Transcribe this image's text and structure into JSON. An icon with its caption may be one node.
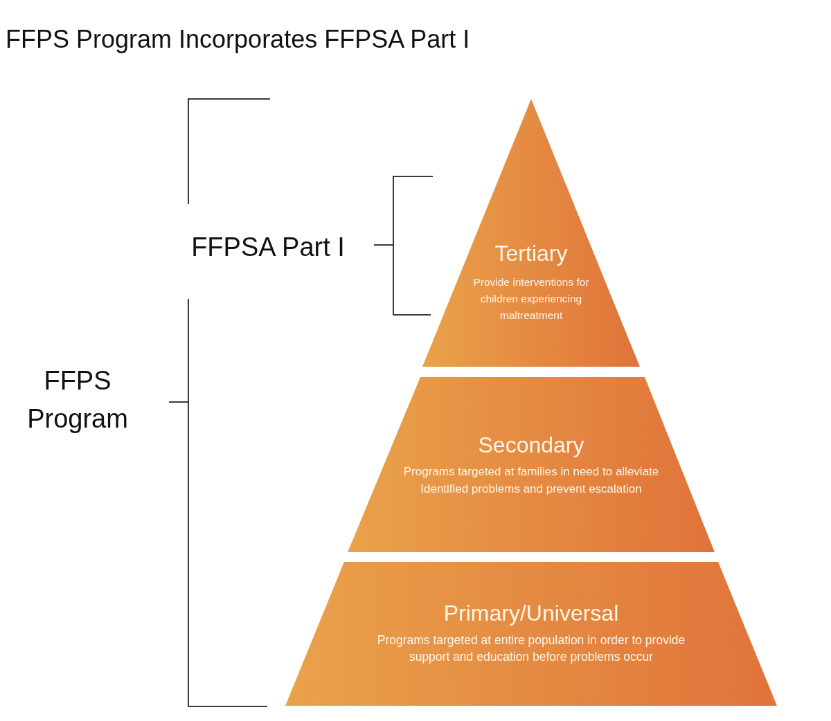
{
  "diagram": {
    "title": "FFPS Program Incorporates FFPSA Part I",
    "nodes": [
      {
        "text": [
          "Tertiary",
          "Provide interventions for children experiencing maltreatment"
        ]
      },
      {
        "text": [
          "Secondary",
          "Programs targeted at families in need to alleviate Identified problems and prevent escalation"
        ]
      },
      {
        "text": [
          "Primary/Universal",
          "Programs targeted at entire population in order to provide support and education before problems occur"
        ]
      }
    ],
    "labels": [
      "FFPSA Part I",
      "FFPS Program"
    ]
  }
}
